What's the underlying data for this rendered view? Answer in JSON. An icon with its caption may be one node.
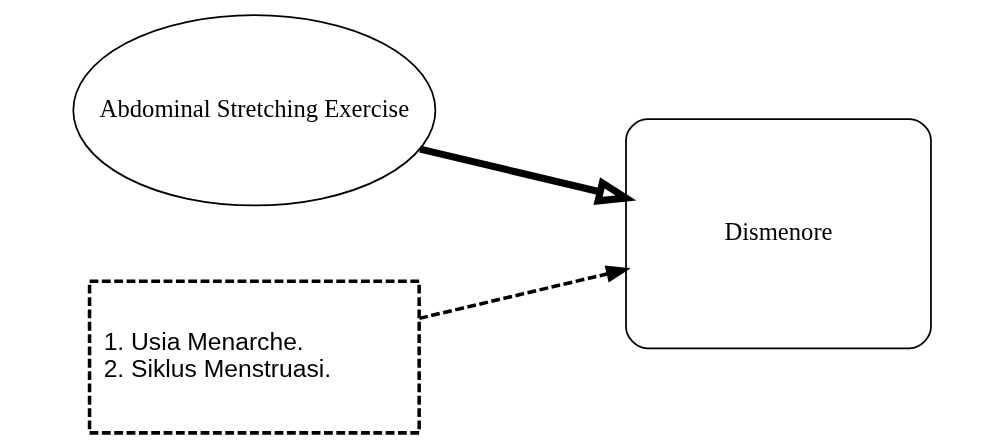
{
  "diagram": {
    "nodes": [
      {
        "text": [
          "Abdominal Stretching Exercise"
        ]
      },
      {
        "text": [
          "Dismenore"
        ]
      },
      {
        "text": [
          "1. Usia Menarche.",
          "2. Siklus Menstruasi."
        ]
      }
    ],
    "edges": [
      {
        "from": 0,
        "to": 1,
        "arrow": "to",
        "style": "thick"
      },
      {
        "from": 2,
        "to": 1,
        "arrow": "to",
        "style": "dashed"
      }
    ]
  }
}
